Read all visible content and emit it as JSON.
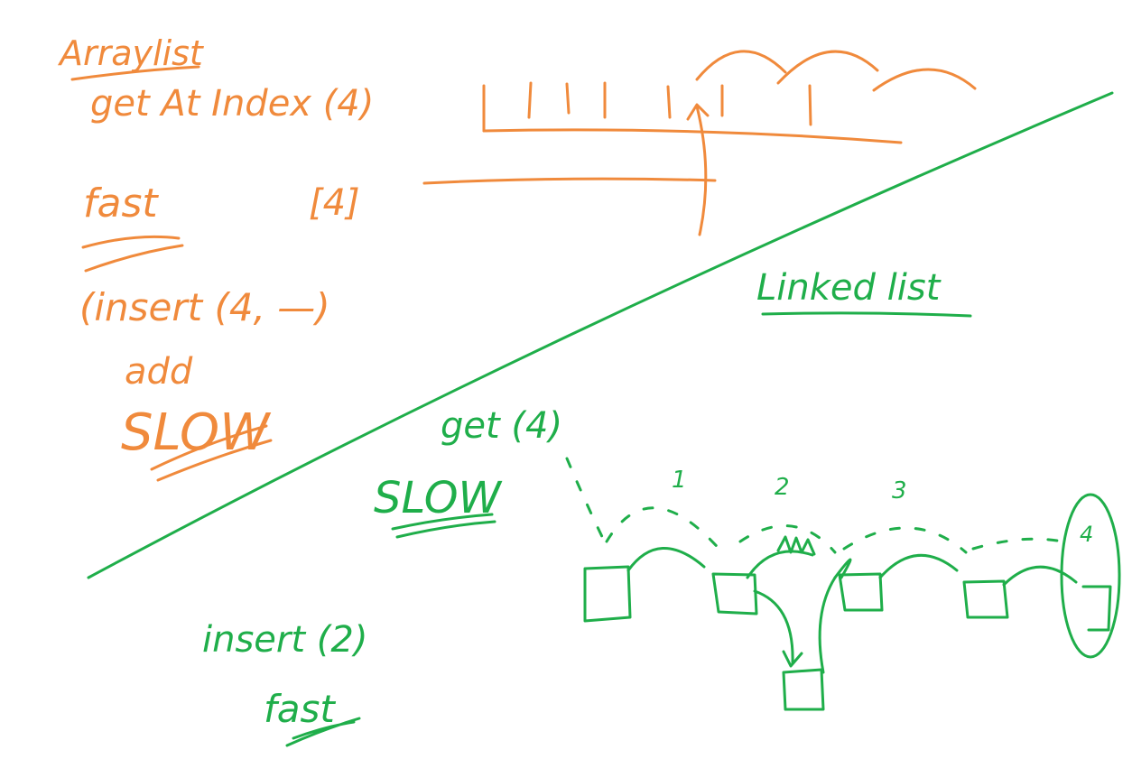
{
  "canvas": {
    "background": "#ffffff"
  },
  "colors": {
    "arraylist": "#f08a3c",
    "linkedlist": "#1fae4a"
  },
  "arraylist": {
    "title": "Arraylist",
    "get_line": "get At Index (4)",
    "fast": "fast",
    "index_label": "[4]",
    "insert_line": "(insert (4, —)",
    "add": "add",
    "slow": "SLOW"
  },
  "linkedlist": {
    "title": "Linked list",
    "get_line": "get (4)",
    "slow": "SLOW",
    "hop_marks": [
      "1",
      "2",
      "3"
    ],
    "target_label": "4",
    "insert_line": "insert (2)",
    "fast": "fast"
  }
}
